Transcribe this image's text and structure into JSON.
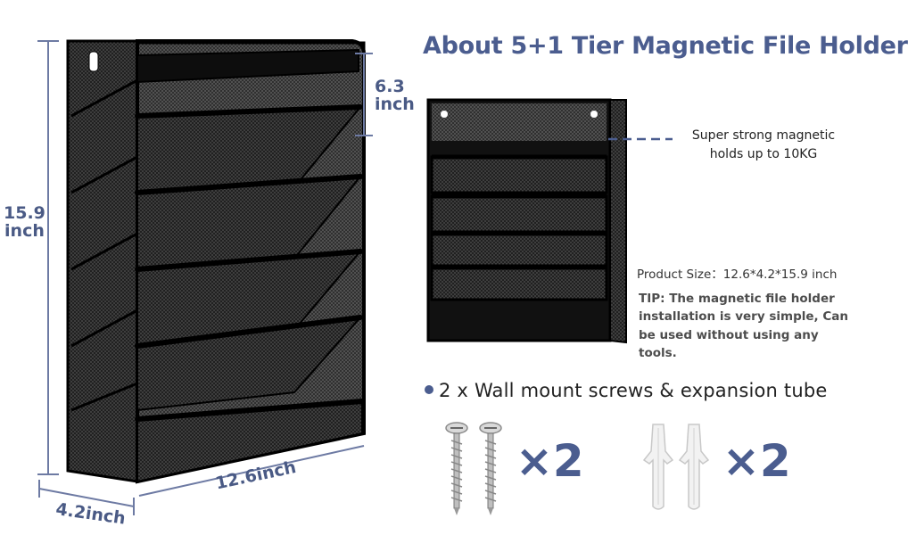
{
  "title": "About 5+1 Tier Magnetic File Holder",
  "dimensions": {
    "height_value": "15.9",
    "height_unit": "inch",
    "tier_gap_value": "6.3",
    "tier_gap_unit": "inch",
    "depth": "4.2inch",
    "width": "12.6inch"
  },
  "callout": {
    "line1": "Super strong magnetic",
    "line2": "holds up to 10KG"
  },
  "product_size": {
    "label": "Product Size：",
    "value": "12.6*4.2*15.9 inch"
  },
  "tip": "TIP: The magnetic file holder installation is very simple, Can be used without using any tools.",
  "accessories": {
    "heading": "2 x Wall mount screws & expansion tube",
    "screws_qty": "×2",
    "tubes_qty": "×2"
  },
  "colors": {
    "accent": "#4b5d8f",
    "dimension_lines": "#6d7aa3",
    "product": "#111111"
  },
  "icons": [
    "screw-icon",
    "expansion-tube-icon",
    "bullet-icon"
  ]
}
